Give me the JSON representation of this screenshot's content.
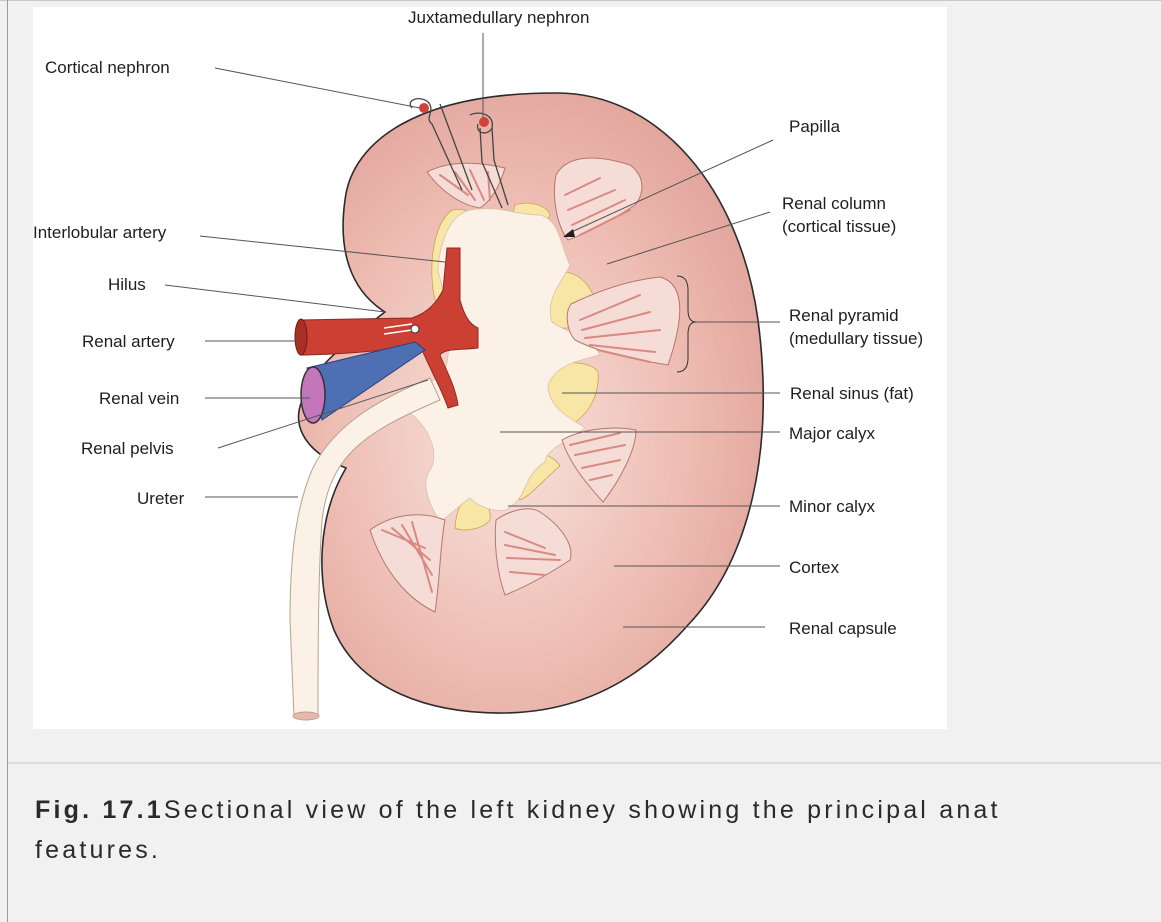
{
  "figure": {
    "labels": {
      "juxtamedullary": "Juxtamedullary  nephron",
      "cortical_nephron": "Cortical nephron",
      "papilla": "Papilla",
      "renal_column_1": "Renal column",
      "renal_column_2": "(cortical tissue)",
      "interlobular_artery": "Interlobular artery",
      "hilus": "Hilus",
      "renal_pyramid_1": "Renal pyramid",
      "renal_pyramid_2": "(medullary tissue)",
      "renal_artery": "Renal artery",
      "renal_vein": "Renal vein",
      "renal_sinus": "Renal sinus (fat)",
      "renal_pelvis": "Renal pelvis",
      "major_calyx": "Major calyx",
      "ureter": "Ureter",
      "minor_calyx": "Minor calyx",
      "cortex": "Cortex",
      "renal_capsule": "Renal capsule"
    },
    "colors": {
      "cortex": "#eab4aa",
      "pyramid": "#f6dcd6",
      "pyramid_stripe": "#d88a82",
      "sinus_fat": "#f8e6a6",
      "pelvis": "#fbf1e6",
      "artery": "#cc3f33",
      "vein": "#4f6fb5",
      "vein_lumen": "#c476ba",
      "capsule": "#2b2b2b"
    }
  },
  "caption": {
    "number": "Fig. 17.1",
    "text": "Sectional view of the left kidney showing the principal anat",
    "text2": "features."
  }
}
